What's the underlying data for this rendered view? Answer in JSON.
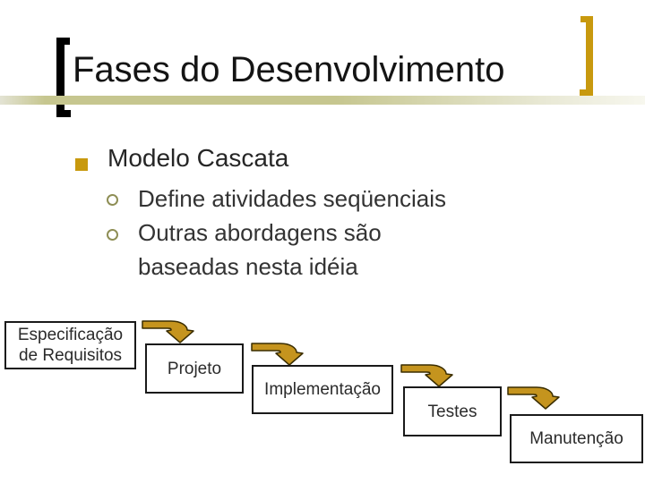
{
  "slide": {
    "title": "Fases do Desenvolvimento",
    "content": {
      "bullet": "Modelo Cascata",
      "sub_bullets": [
        {
          "lines": [
            "Define atividades seqüenciais"
          ]
        },
        {
          "lines": [
            "Outras abordagens são",
            "baseadas nesta idéia"
          ]
        }
      ]
    },
    "diagram": {
      "boxes": [
        {
          "label": "Especificação de Requisitos"
        },
        {
          "label": "Projeto"
        },
        {
          "label": "Implementação"
        },
        {
          "label": "Testes"
        },
        {
          "label": "Manutenção"
        }
      ],
      "arrow_icon": "curved-down-arrow"
    },
    "colors": {
      "accent_gold": "#C8990E",
      "bracket_black": "#000000",
      "olive": "#8E8E55",
      "rule_khaki": "#C6C68F",
      "arrow_fill": "#C5941E",
      "arrow_stroke": "#3A2D00",
      "text_dark": "#262626",
      "box_border": "#1A1A1A",
      "box_text": "#2B2B2B"
    }
  }
}
